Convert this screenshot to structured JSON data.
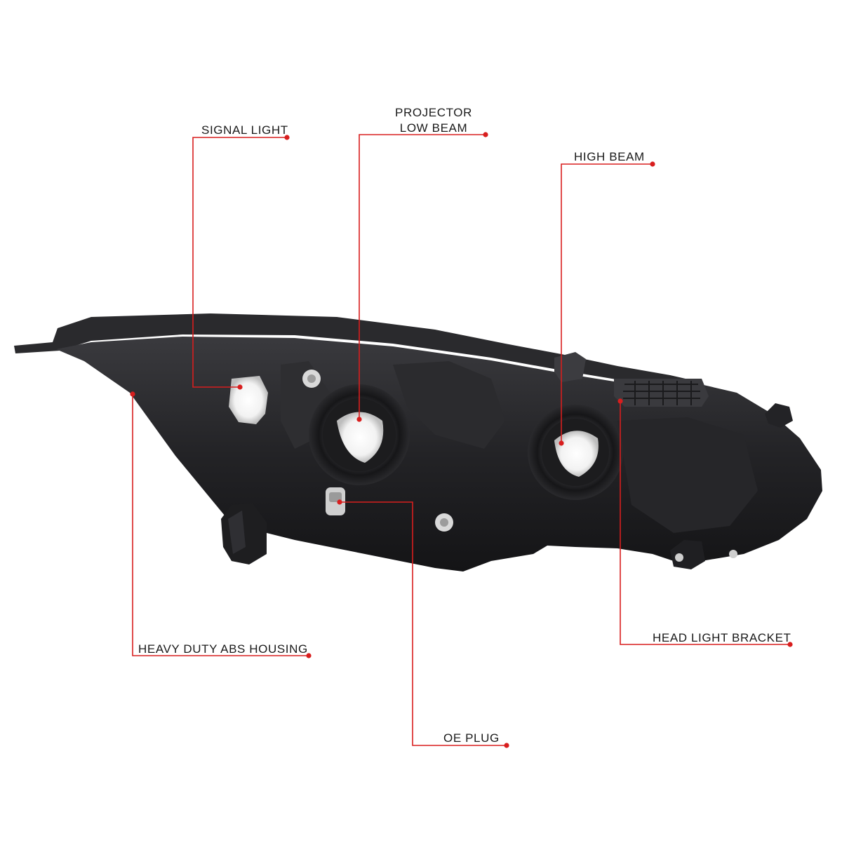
{
  "callouts": {
    "signal_light": "SIGNAL LIGHT",
    "projector_low_beam_line1": "PROJECTOR",
    "projector_low_beam_line2": "LOW BEAM",
    "high_beam": "HIGH BEAM",
    "heavy_duty_abs_housing": "HEAVY DUTY ABS HOUSING",
    "head_light_bracket": "HEAD LIGHT BRACKET",
    "oe_plug": "OE PLUG"
  },
  "colors": {
    "leader_line": "#d81e1e",
    "housing_dark": "#1b1b1d",
    "housing_mid": "#2c2c2f",
    "background": "#ffffff"
  }
}
